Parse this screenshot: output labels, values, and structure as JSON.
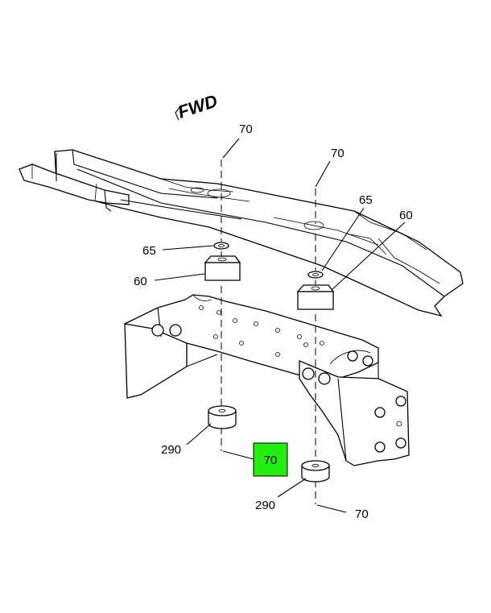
{
  "direction": {
    "label": "FWD",
    "arrow_icon": "chevron-left-icon"
  },
  "callouts": {
    "top_left_70": "70",
    "top_right_70": "70",
    "washer_left_65": "65",
    "washer_right_65": "65",
    "block_left_60": "60",
    "block_right_60": "60",
    "spacer_left_290": "290",
    "spacer_right_290": "290",
    "bottom_left_70": "70",
    "bottom_right_70": "70"
  },
  "highlight": {
    "color": "#22ee11"
  }
}
